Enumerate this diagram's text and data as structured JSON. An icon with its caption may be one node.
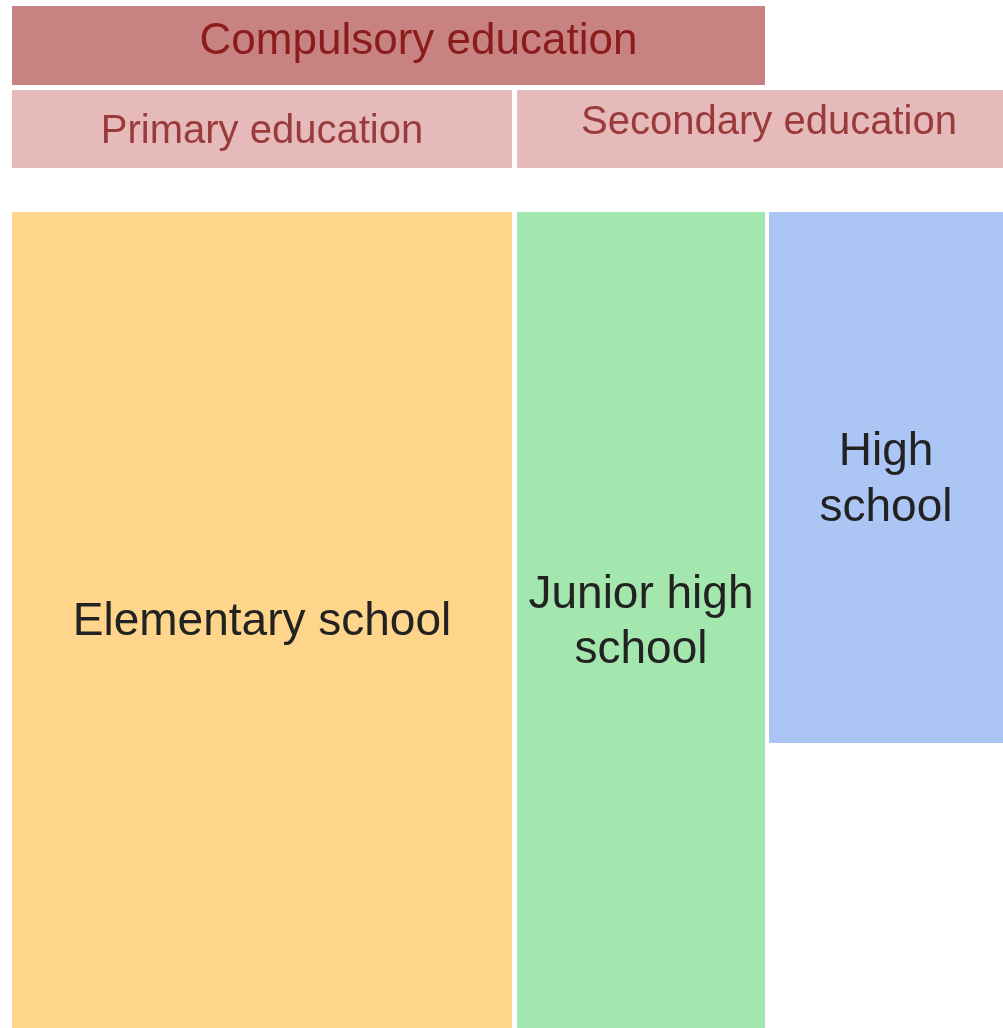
{
  "diagram": {
    "nodes": [
      {
        "text": [
          "Compulsory education"
        ]
      },
      {
        "text": [
          "Primary education"
        ]
      },
      {
        "text": [
          "Secondary education"
        ]
      },
      {
        "text": [
          "Elementary school"
        ]
      },
      {
        "text": [
          "Junior high school"
        ]
      },
      {
        "text": [
          "High school"
        ]
      }
    ]
  }
}
